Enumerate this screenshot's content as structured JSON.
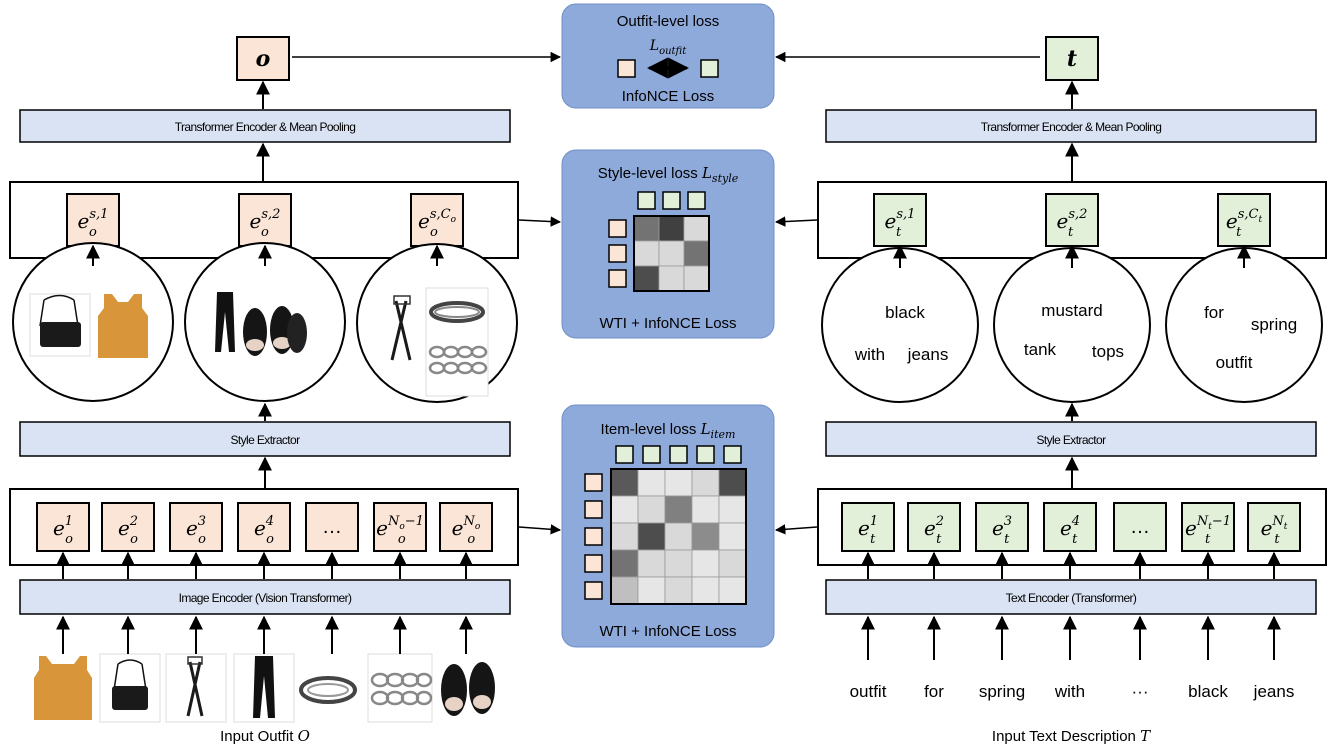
{
  "left": {
    "output_symbol": "o",
    "pool_label": "Transformer Encoder & Mean Pooling",
    "style_extractor_label": "Style Extractor",
    "encoder_label": "Image Encoder (Vision Transformer)",
    "caption": "Input Outfit ",
    "caption_symbol": "O",
    "style_embeddings": [
      {
        "base": "e",
        "sub": "o",
        "sup": "s,1"
      },
      {
        "base": "e",
        "sub": "o",
        "sup": "s,2"
      },
      {
        "base": "e",
        "sub": "o",
        "sup": "s,C",
        "sup_sub": "o"
      }
    ],
    "item_embeddings": [
      {
        "base": "e",
        "sub": "o",
        "sup": "1"
      },
      {
        "base": "e",
        "sub": "o",
        "sup": "2"
      },
      {
        "base": "e",
        "sub": "o",
        "sup": "3"
      },
      {
        "base": "e",
        "sub": "o",
        "sup": "4"
      },
      {
        "ellipsis": "…"
      },
      {
        "base": "e",
        "sub": "o",
        "sup": "N",
        "sup_sub": "o",
        "sup_tail": "−1"
      },
      {
        "base": "e",
        "sub": "o",
        "sup": "N",
        "sup_sub": "o"
      }
    ],
    "items": [
      "tank-top",
      "handbag",
      "belt",
      "pants",
      "bracelet",
      "bangles",
      "slides"
    ]
  },
  "right": {
    "output_symbol": "t",
    "pool_label": "Transformer Encoder & Mean Pooling",
    "style_extractor_label": "Style Extractor",
    "encoder_label": "Text Encoder (Transformer)",
    "caption": "Input Text Description ",
    "caption_symbol": "T",
    "style_embeddings": [
      {
        "base": "e",
        "sub": "t",
        "sup": "s,1"
      },
      {
        "base": "e",
        "sub": "t",
        "sup": "s,2"
      },
      {
        "base": "e",
        "sub": "t",
        "sup": "s,C",
        "sup_sub": "t"
      }
    ],
    "item_embeddings": [
      {
        "base": "e",
        "sub": "t",
        "sup": "1"
      },
      {
        "base": "e",
        "sub": "t",
        "sup": "2"
      },
      {
        "base": "e",
        "sub": "t",
        "sup": "3"
      },
      {
        "base": "e",
        "sub": "t",
        "sup": "4"
      },
      {
        "ellipsis": "…"
      },
      {
        "base": "e",
        "sub": "t",
        "sup": "N",
        "sup_sub": "t",
        "sup_tail": "−1"
      },
      {
        "base": "e",
        "sub": "t",
        "sup": "N",
        "sup_sub": "t"
      }
    ],
    "style_groups": [
      [
        "black",
        "with",
        "jeans"
      ],
      [
        "mustard",
        "tank",
        "tops"
      ],
      [
        "for",
        "spring",
        "outfit"
      ]
    ],
    "tokens": [
      "outfit",
      "for",
      "spring",
      "with",
      "···",
      "black",
      "jeans"
    ]
  },
  "losses": {
    "outfit": {
      "title": "Outfit-level loss",
      "symbol": "L",
      "symbol_sub": "outfit",
      "caption": "InfoNCE Loss"
    },
    "style": {
      "title": "Style-level loss ",
      "symbol": "L",
      "symbol_sub": "style",
      "caption": "WTI + InfoNCE Loss"
    },
    "item": {
      "title": "Item-level loss ",
      "symbol": "L",
      "symbol_sub": "item",
      "caption": "WTI + InfoNCE Loss"
    }
  },
  "style_matrix": [
    [
      0.45,
      0.25,
      0.85
    ],
    [
      0.85,
      0.85,
      0.45
    ],
    [
      0.3,
      0.85,
      0.85
    ]
  ],
  "item_matrix": [
    [
      0.35,
      0.9,
      0.9,
      0.85,
      0.3
    ],
    [
      0.9,
      0.85,
      0.5,
      0.9,
      0.9
    ],
    [
      0.85,
      0.3,
      0.85,
      0.55,
      0.9
    ],
    [
      0.45,
      0.85,
      0.85,
      0.9,
      0.85
    ],
    [
      0.75,
      0.9,
      0.85,
      0.9,
      0.9
    ]
  ],
  "colors": {
    "orange_fill": "#fbe5d6",
    "green_fill": "#e2f0d9",
    "bar_fill": "#dae3f3",
    "loss_fill": "#8eaadb",
    "loss_edge": "#6f8fc9"
  }
}
